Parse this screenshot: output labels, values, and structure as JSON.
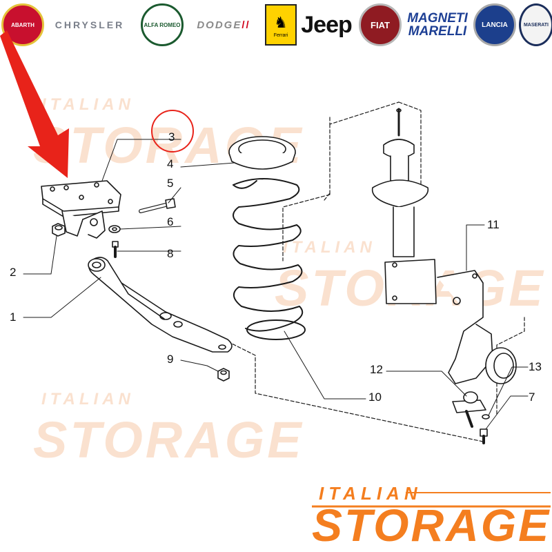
{
  "logos": {
    "abarth": "ABARTH",
    "chrysler": "CHRYSLER",
    "alfa_romeo": "ALFA ROMEO",
    "dodge": "DODGE",
    "dodge_mark": "//",
    "ferrari": "Ferrari",
    "jeep": "Jeep",
    "fiat": "FIAT",
    "magneti_line1": "MAGNETI",
    "magneti_line2": "MARELLI",
    "lancia": "LANCIA",
    "maserati": "MASERATI"
  },
  "parts": {
    "p1": "1",
    "p2": "2",
    "p3": "3",
    "p4": "4",
    "p5": "5",
    "p6": "6",
    "p7": "7",
    "p8": "8",
    "p9": "9",
    "p10": "10",
    "p11": "11",
    "p12": "12",
    "p13": "13"
  },
  "watermark": {
    "italian": "ITALIAN",
    "storage": "STORAGE"
  },
  "brand": {
    "italian": "ITALIAN",
    "storage": "STORAGE"
  },
  "colors": {
    "highlight_red": "#e8231a",
    "brand_orange": "#f47e1f",
    "watermark_orange": "#f7c9a8"
  }
}
